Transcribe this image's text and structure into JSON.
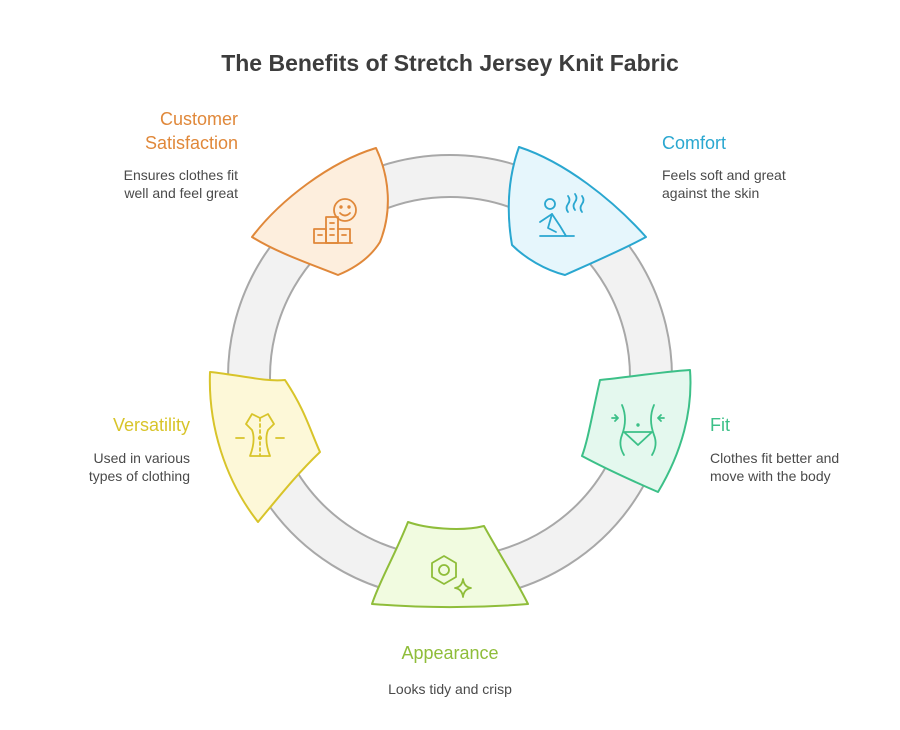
{
  "title": "The Benefits of Stretch Jersey Knit Fabric",
  "items": [
    {
      "key": "comfort",
      "title": "Comfort",
      "description": "Feels soft and great against the skin",
      "color": "#2aa7d0",
      "fill": "#e6f6fc",
      "icon": "person-relaxing-heat-icon"
    },
    {
      "key": "fit",
      "title": "Fit",
      "description": "Clothes fit better and move with the body",
      "color": "#3cc088",
      "fill": "#e4f8ee",
      "icon": "body-fit-icon"
    },
    {
      "key": "appearance",
      "title": "Appearance",
      "description": "Looks tidy and crisp",
      "color": "#8fbd3a",
      "fill": "#f1fbe0",
      "icon": "hexagon-sparkle-icon"
    },
    {
      "key": "versatility",
      "title": "Versatility",
      "description": "Used in various types of clothing",
      "color": "#d8c42a",
      "fill": "#fdf8d8",
      "icon": "dress-form-icon"
    },
    {
      "key": "customer_satisfaction",
      "title": "Customer Satisfaction",
      "description": "Ensures clothes fit well and feel great",
      "color": "#e0883a",
      "fill": "#fdeedd",
      "icon": "smiley-building-icon"
    }
  ]
}
